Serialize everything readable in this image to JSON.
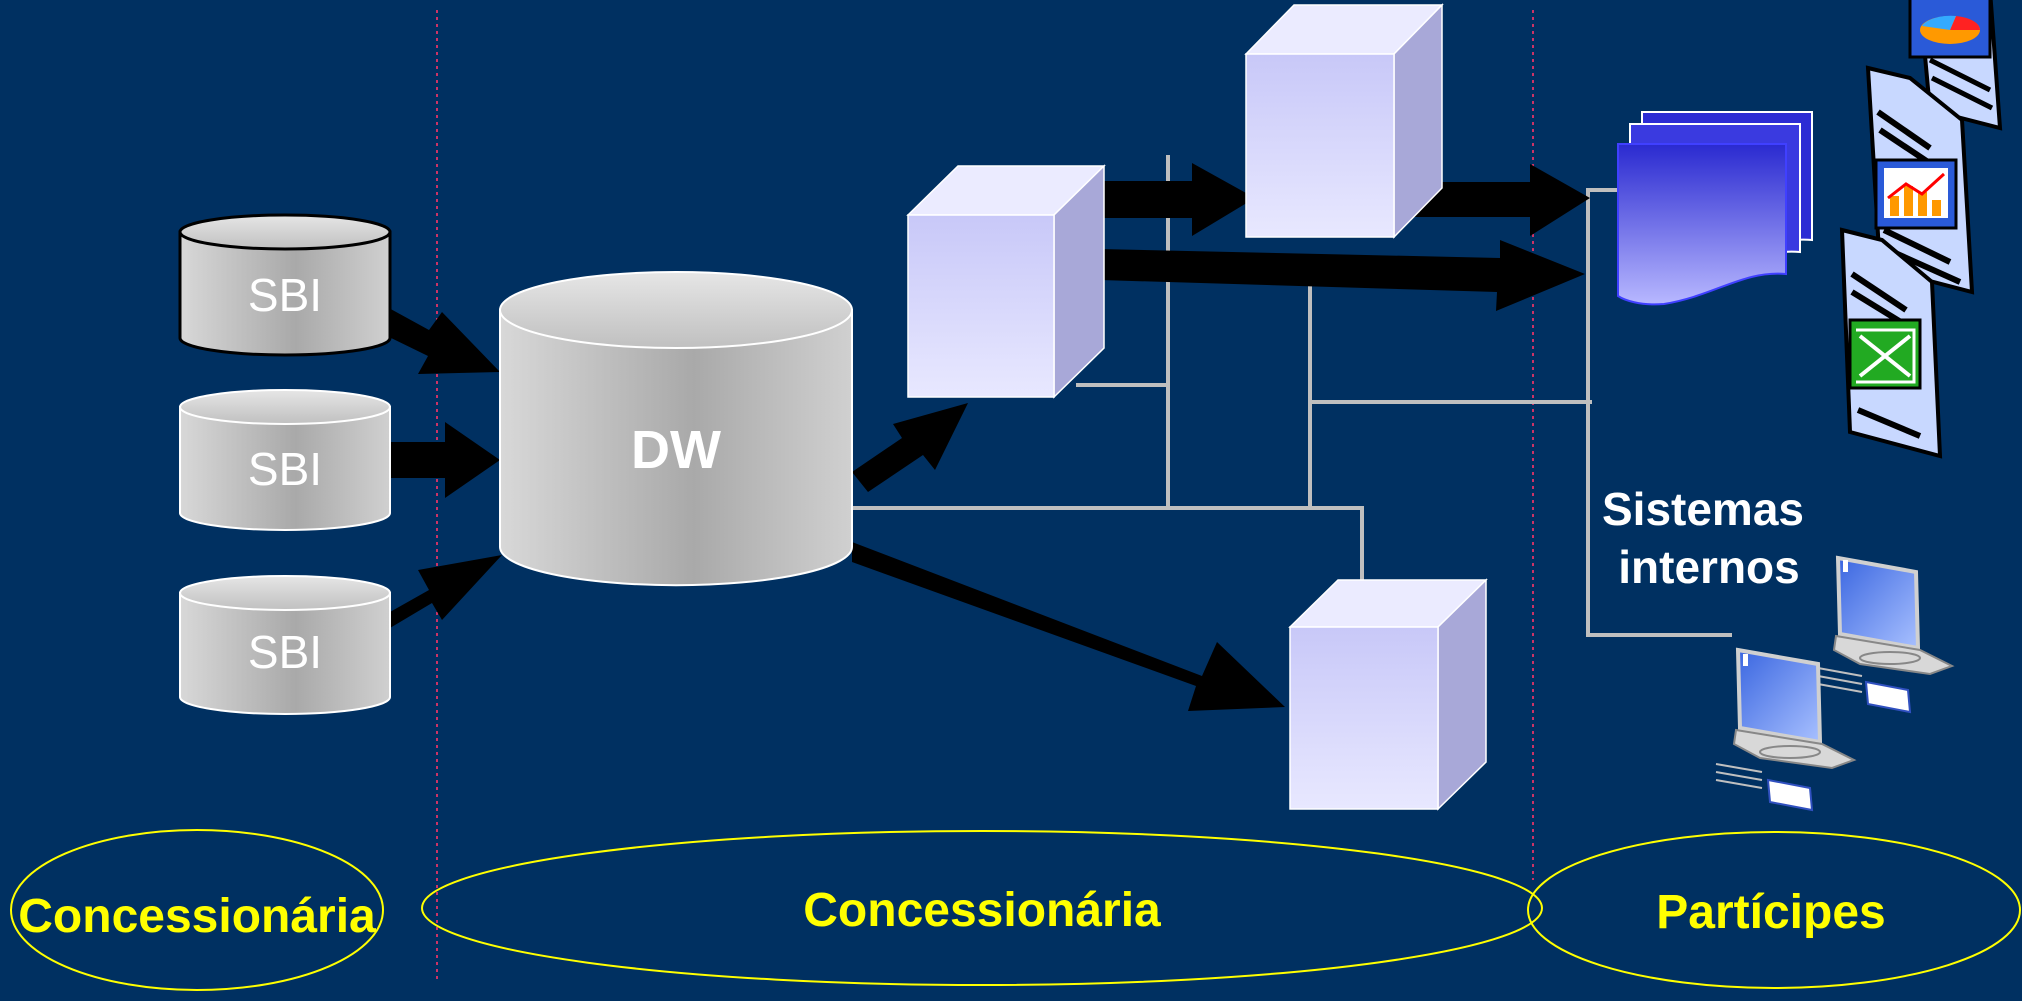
{
  "diagram": {
    "sources": [
      {
        "label": "SBI"
      },
      {
        "label": "SBI"
      },
      {
        "label": "SBI"
      }
    ],
    "warehouse": {
      "label": "DW"
    },
    "internal_systems": {
      "label_line1": "Sistemas",
      "label_line2": "internos"
    },
    "zones": [
      {
        "label": "Concessionária"
      },
      {
        "label": "Concessionária"
      },
      {
        "label": "Partícipes"
      }
    ]
  },
  "colors": {
    "background": "#003061",
    "zone_label": "#ffff00",
    "arrow": "#000000",
    "connector": "#bfbfbf",
    "divider": "#cc3366",
    "cube_face": "#dcdcff",
    "cylinder": "#c8c8c8"
  }
}
